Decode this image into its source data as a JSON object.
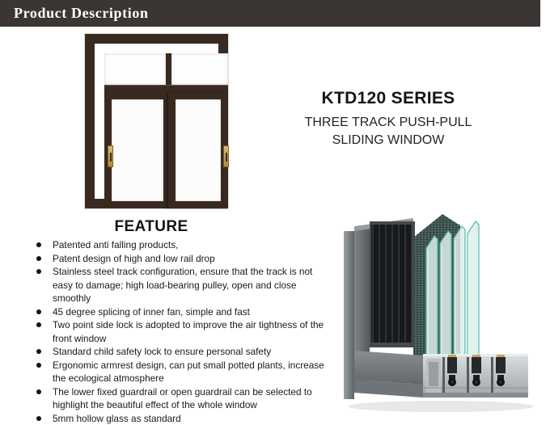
{
  "header": {
    "title": "Product Description"
  },
  "product": {
    "series_title": "KTD120 SERIES",
    "subtitle_line1": "THREE TRACK PUSH-PULL",
    "subtitle_line2": "SLIDING WINDOW"
  },
  "feature": {
    "heading": "FEATURE",
    "items": [
      "Patented anti falling products,",
      "Patent design of high and low rail drop",
      "Stainless steel track configuration, ensure that the track is not\neasy to damage; high load-bearing pulley, open and close\nsmoothly",
      "45 degree splicing of inner fan, simple and fast",
      "Two point side lock is adopted to improve the air tightness of the\nfront window",
      "Standard child safety lock to ensure personal safety",
      "Ergonomic armrest design, can put small potted plants, increase\nthe ecological atmosphere",
      "The lower fixed guardrail or open guardrail can be selected to\nhighlight the beautiful effect of the whole window",
      "5mm hollow glass as standard"
    ]
  },
  "images": {
    "window_photo": "dark-brown three-track sliding window with top fixed lights and two gold handles",
    "cutaway_render": "aluminum profile cross-section with insect mesh, three glass panes and bottom rollers"
  },
  "colors": {
    "header_bg": "#3b3533",
    "frame_brown": "#392a21",
    "handle_gold": "#c7a159",
    "glass_fill": "#dceeeb",
    "glass_edge": "#56b7ab",
    "mesh": "#4a615d",
    "jamb": "#6c7275",
    "rail": "#c0c5c8",
    "text_dark": "#1c1c1c"
  }
}
